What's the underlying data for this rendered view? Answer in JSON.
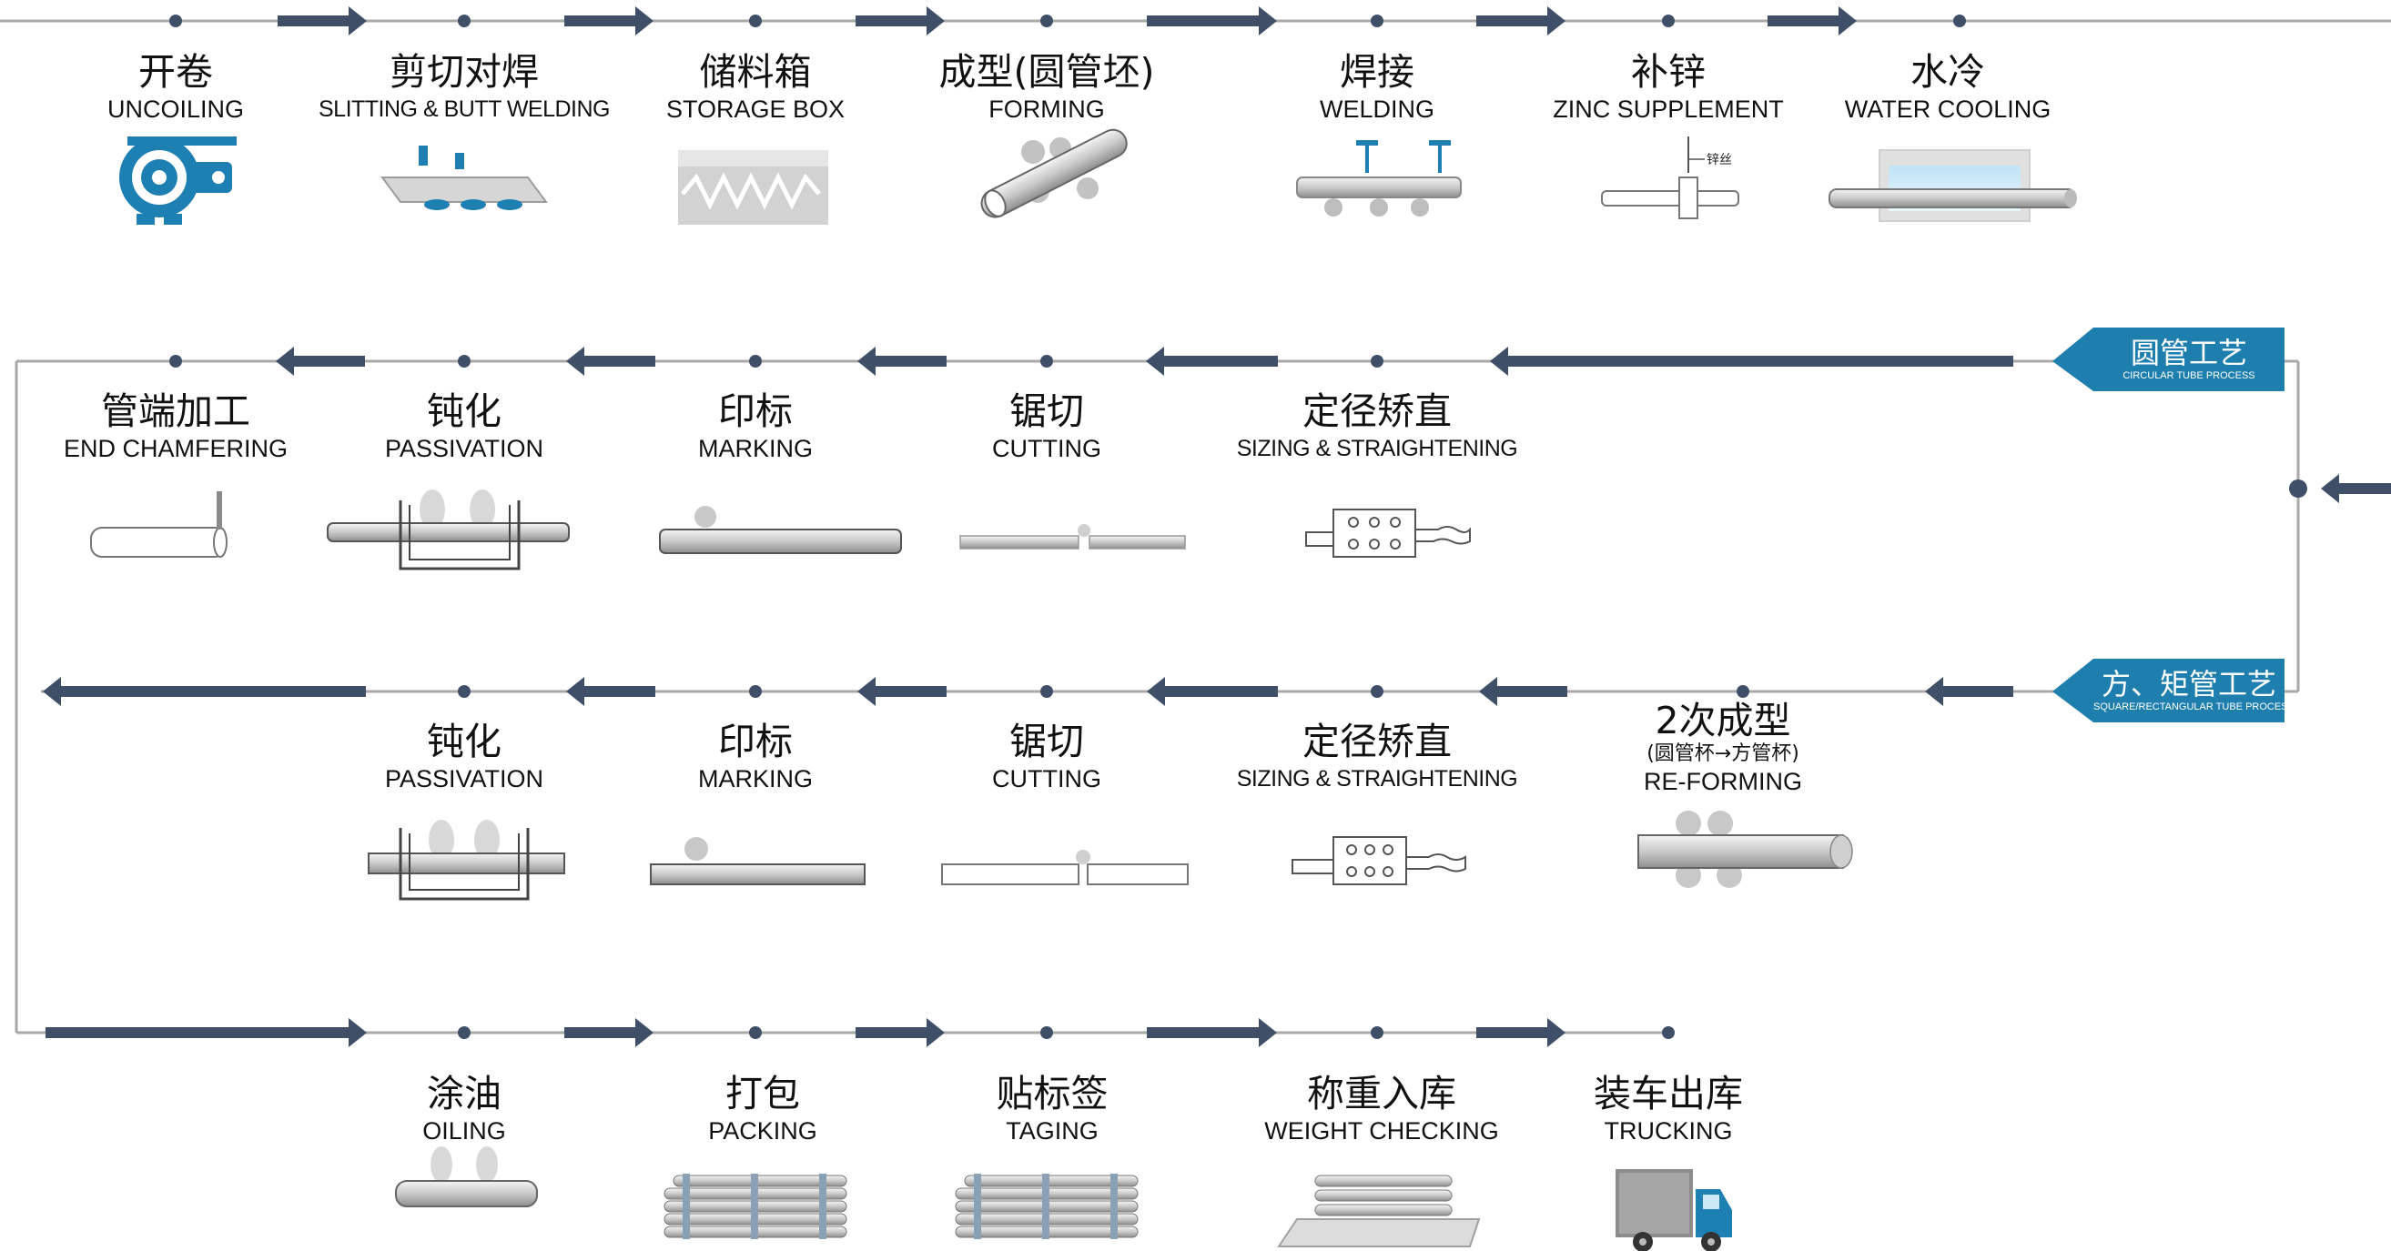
{
  "process_tags": {
    "circular": {
      "zh": "圆管工艺",
      "en": "CIRCULAR TUBE PROCESS"
    },
    "square": {
      "zh": "方、矩管工艺",
      "en": "SQUARE/RECTANGULAR TUBE PROCESS"
    }
  },
  "row1": [
    {
      "zh": "开卷",
      "en": "UNCOILING",
      "icon": "uncoiler-icon"
    },
    {
      "zh": "剪切对焊",
      "en": "SLITTING & BUTT WELDING",
      "icon": "butt-welder-icon"
    },
    {
      "zh": "储料箱",
      "en": "STORAGE BOX",
      "icon": "storage-box-icon"
    },
    {
      "zh": "成型(圆管坯)",
      "en": "FORMING",
      "icon": "forming-rolls-icon"
    },
    {
      "zh": "焊接",
      "en": "WELDING",
      "icon": "welding-icon"
    },
    {
      "zh": "补锌",
      "en": "ZINC SUPPLEMENT",
      "icon": "zinc-wire-icon",
      "note": "锌丝"
    },
    {
      "zh": "水冷",
      "en": "WATER COOLING",
      "icon": "water-tank-icon"
    }
  ],
  "row2": [
    {
      "zh": "管端加工",
      "en": "END CHAMFERING",
      "icon": "chamfer-icon"
    },
    {
      "zh": "钝化",
      "en": "PASSIVATION",
      "icon": "passivation-tank-icon"
    },
    {
      "zh": "印标",
      "en": "MARKING",
      "icon": "marking-icon"
    },
    {
      "zh": "锯切",
      "en": "CUTTING",
      "icon": "saw-cut-icon"
    },
    {
      "zh": "定径矫直",
      "en": "SIZING & STRAIGHTENING",
      "icon": "sizing-rolls-icon"
    }
  ],
  "row3": [
    {
      "zh": "钝化",
      "en": "PASSIVATION",
      "icon": "passivation-tank-icon"
    },
    {
      "zh": "印标",
      "en": "MARKING",
      "icon": "marking-icon"
    },
    {
      "zh": "锯切",
      "en": "CUTTING",
      "icon": "saw-cut-icon"
    },
    {
      "zh": "定径矫直",
      "en": "SIZING & STRAIGHTENING",
      "icon": "sizing-rolls-icon"
    },
    {
      "zh": "2次成型",
      "sub": "(圆管杯→方管杯)",
      "en": "RE-FORMING",
      "icon": "reforming-rolls-icon"
    }
  ],
  "row4": [
    {
      "zh": "涂油",
      "en": "OILING",
      "icon": "oiling-icon"
    },
    {
      "zh": "打包",
      "en": "PACKING",
      "icon": "bundle-icon"
    },
    {
      "zh": "贴标签",
      "en": "TAGING",
      "icon": "tagged-bundle-icon"
    },
    {
      "zh": "称重入库",
      "en": "WEIGHT CHECKING",
      "icon": "scale-icon"
    },
    {
      "zh": "装车出库",
      "en": "TRUCKING",
      "icon": "truck-icon"
    }
  ],
  "colors": {
    "arrow": "#3f4f68",
    "line": "#a9a9a9",
    "tag": "#1e7fae",
    "icon_blue": "#1e7fb3"
  }
}
